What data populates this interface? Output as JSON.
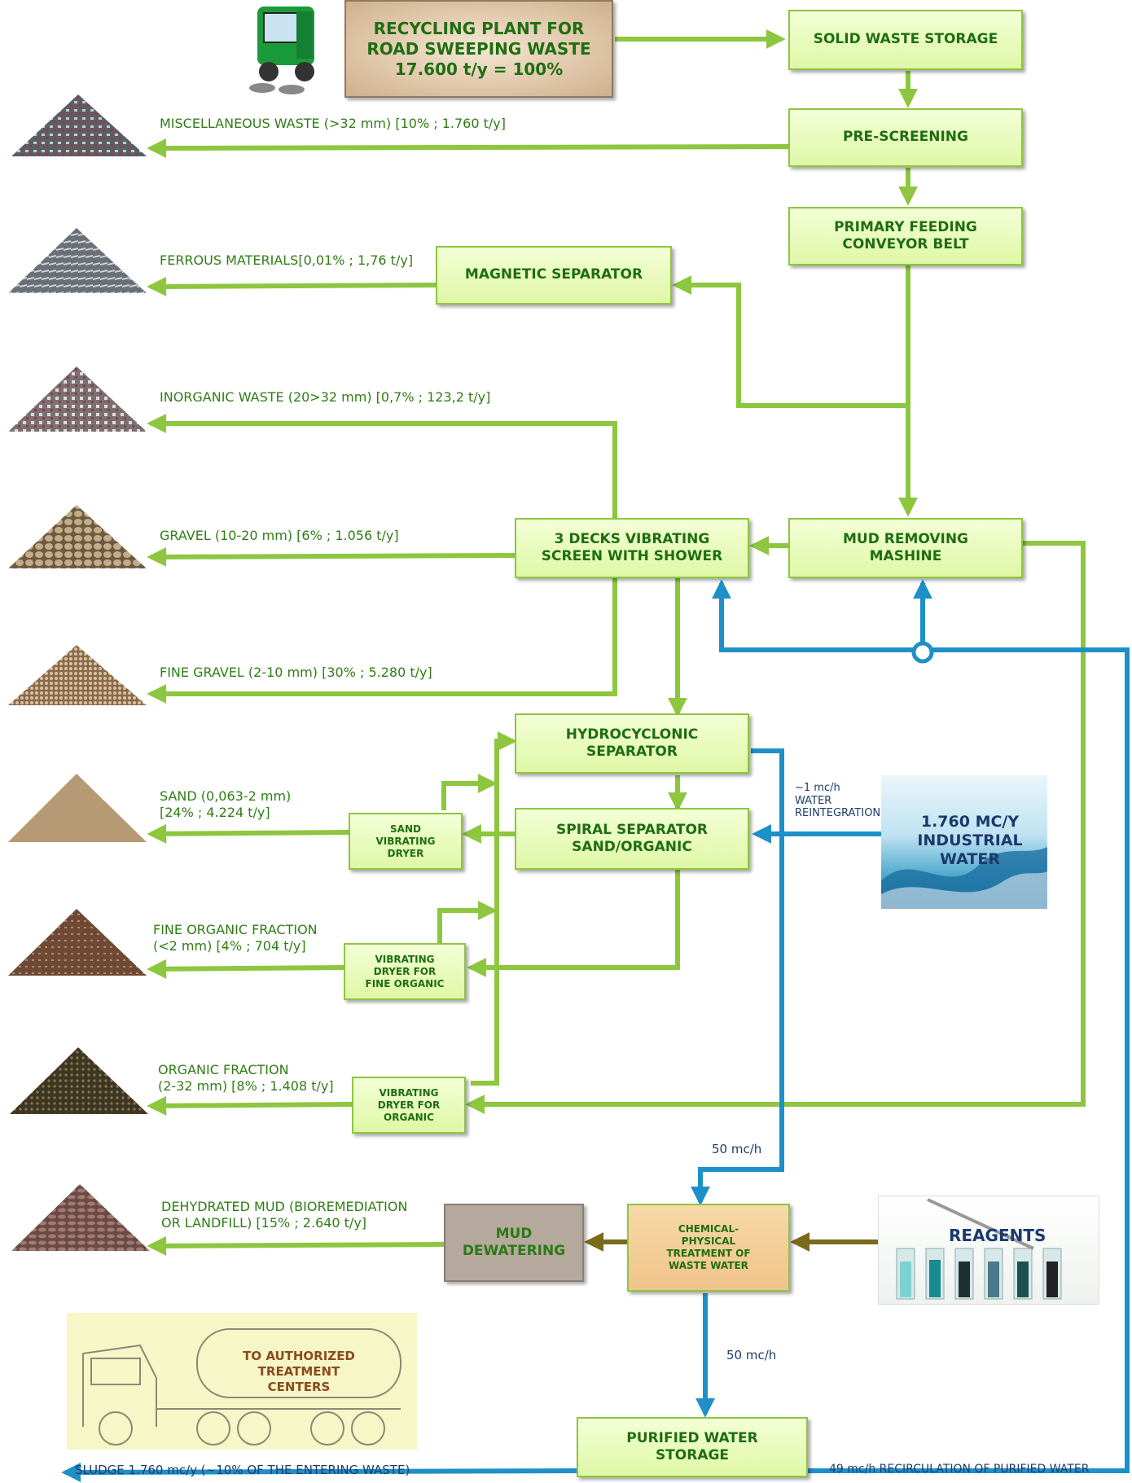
{
  "colors": {
    "flow_green": "#8dc63f",
    "text_green": "#2f7d14",
    "water_blue": "#1e90c8",
    "reagent_brown": "#7a6a1a",
    "box_fill": "#e6f9b8",
    "navy_text": "#1b3a6b"
  },
  "header": {
    "title": "RECYCLING PLANT FOR\nROAD SWEEPING WASTE\n17.600 t/y = 100%"
  },
  "boxes": {
    "solid_storage": "SOLID WASTE STORAGE",
    "pre_screening": "PRE-SCREENING",
    "primary_feeding": "PRIMARY FEEDING\nCONVEYOR BELT",
    "magnetic": "MAGNETIC SEPARATOR",
    "vibrating_screen": "3 DECKS VIBRATING\nSCREEN WITH SHOWER",
    "mud_removing": "MUD REMOVING\nMASHINE",
    "hydrocyclonic": "HYDROCYCLONIC\nSEPARATOR",
    "spiral": "SPIRAL SEPARATOR\nSAND/ORGANIC",
    "sand_dryer": "SAND\nVIBRATING\nDRYER",
    "fine_organic_dryer": "VIBRATING\nDRYER FOR\nFINE ORGANIC",
    "organic_dryer": "VIBRATING\nDRYER FOR\nORGANIC",
    "mud_dewatering": "MUD\nDEWATERING",
    "chemical": "CHEMICAL-\nPHYSICAL\nTREATMENT OF\nWASTE WATER",
    "purified": "PURIFIED WATER\nSTORAGE"
  },
  "outputs": {
    "misc": "MISCELLANEOUS WASTE (>32 mm) [10% ; 1.760 t/y]",
    "ferrous": "FERROUS MATERIALS[0,01% ; 1,76 t/y]",
    "inorganic": "INORGANIC WASTE (20>32 mm) [0,7% ; 123,2 t/y]",
    "gravel": "GRAVEL (10-20 mm) [6% ; 1.056 t/y]",
    "fine_gravel": "FINE GRAVEL (2-10 mm) [30% ; 5.280 t/y]",
    "sand": "SAND (0,063-2 mm)\n[24% ; 4.224 t/y]",
    "fine_organic": "FINE ORGANIC FRACTION\n(<2 mm) [4% ; 704 t/y]",
    "organic": "ORGANIC FRACTION\n(2-32 mm) [8% ; 1.408 t/y]",
    "mud": "DEHYDRATED MUD (BIOREMEDIATION\nOR LANDFILL) [15% ; 2.640 t/y]",
    "sludge": "SLUDGE 1.760 mc/y  (~10% OF THE ENTERING WASTE)"
  },
  "water": {
    "reintegration": "~1 mc/h\nWATER\nREINTEGRATION",
    "industrial": "1.760 MC/Y\nINDUSTRIAL\nWATER",
    "flow_in": "50 mc/h",
    "flow_out": "50 mc/h",
    "recirculation": "49 mc/h RECIRCULATION OF PURIFIED WATER"
  },
  "reagents": "REAGENTS",
  "truck_label": "TO AUTHORIZED TREATMENT\nCENTERS",
  "icons": {
    "sweeper": "road-sweeper-icon",
    "truck": "tanker-truck-icon",
    "wave": "wave-icon",
    "tubes": "test-tubes-icon"
  }
}
